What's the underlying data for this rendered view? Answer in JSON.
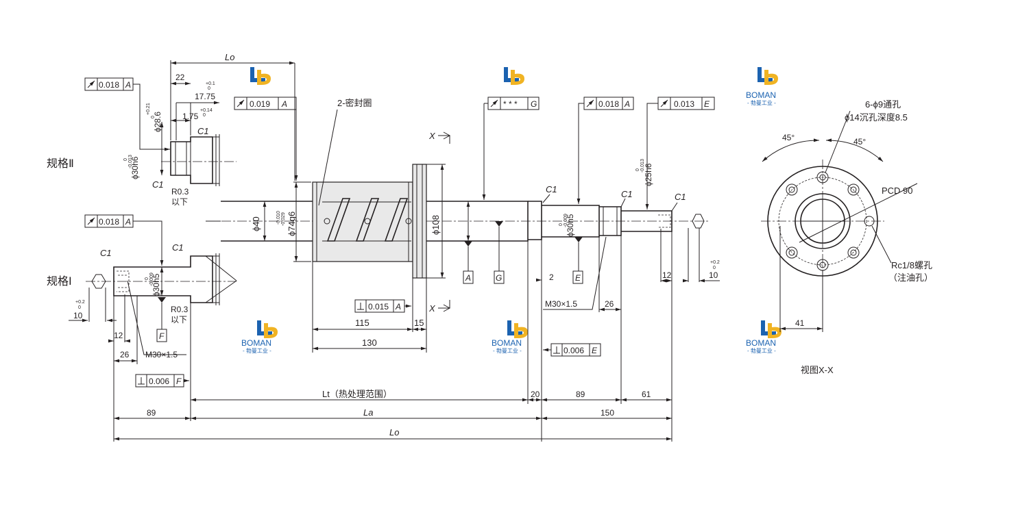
{
  "spec2_label": "规格Ⅱ",
  "spec1_label": "规格Ⅰ",
  "view_label": "视图X-X",
  "section_mark": "X",
  "seal_label": "2-密封圈",
  "bolt_holes": "6-ϕ9通孔",
  "counterbore": "ϕ14沉孔深度8.5",
  "pcd": "PCD 90",
  "oil_hole": "Rc1/8螺孔",
  "oil_hole_note": "（注油孔）",
  "angle_1": "45°",
  "angle_2": "45°",
  "dims": {
    "d40": "ϕ40",
    "d74": "ϕ74g6",
    "d74_tol": [
      "-0.010",
      "-0.029"
    ],
    "d108": "ϕ108",
    "d28": "ϕ28.6",
    "d28_tol": [
      "+0.21",
      "0"
    ],
    "d30a": "ϕ30h6",
    "d30a_tol": [
      "0",
      "-0.013"
    ],
    "d30b": "ϕ30h5",
    "d30b_tol": [
      "0",
      "-0.009"
    ],
    "d30c": "ϕ30h5",
    "d30c_tol": [
      "0",
      "-0.009"
    ],
    "d25": "ϕ25h6",
    "d25_tol": [
      "0",
      "-0.013"
    ],
    "v22": "22",
    "v17_75": "17.75",
    "v17_75_tol": [
      "+0.1",
      "0"
    ],
    "v1_75": "1.75",
    "v1_75_tol": [
      "+0.14",
      "0"
    ],
    "c1": "C1",
    "r03": "R0.3",
    "below": "以下",
    "m30": "M30×1.5",
    "v10": "10",
    "v10_tol": [
      "+0.2",
      "0"
    ],
    "v12": "12",
    "v26": "26",
    "v89": "89",
    "v115": "115",
    "v15": "15",
    "v130": "130",
    "v2": "2",
    "v20": "20",
    "v61": "61",
    "v150": "150",
    "v41": "41",
    "lt_label": "Lt（热处理范围）",
    "la_label": "La",
    "lo_label": "Lo"
  },
  "tolerances": {
    "t1": {
      "value": "0.018",
      "datum": "A"
    },
    "t2": {
      "value": "0.019",
      "datum": "A"
    },
    "t3": {
      "value": "* * *",
      "datum": "G"
    },
    "t4": {
      "value": "0.018",
      "datum": "A"
    },
    "t5": {
      "value": "0.013",
      "datum": "E"
    },
    "t6": {
      "value": "0.018",
      "datum": "A"
    },
    "t7": {
      "value": "0.015",
      "datum": "A"
    },
    "t8": {
      "value": "0.006",
      "datum": "E"
    },
    "t9": {
      "value": "0.006",
      "datum": "F"
    }
  },
  "datums": {
    "a": "A",
    "g": "G",
    "e": "E",
    "f": "F"
  },
  "watermark": {
    "brand": "BOMAN",
    "sub": "- 勃曼工业 -",
    "colors": {
      "blue": "#1b62b0",
      "yellow": "#f0b323"
    }
  }
}
